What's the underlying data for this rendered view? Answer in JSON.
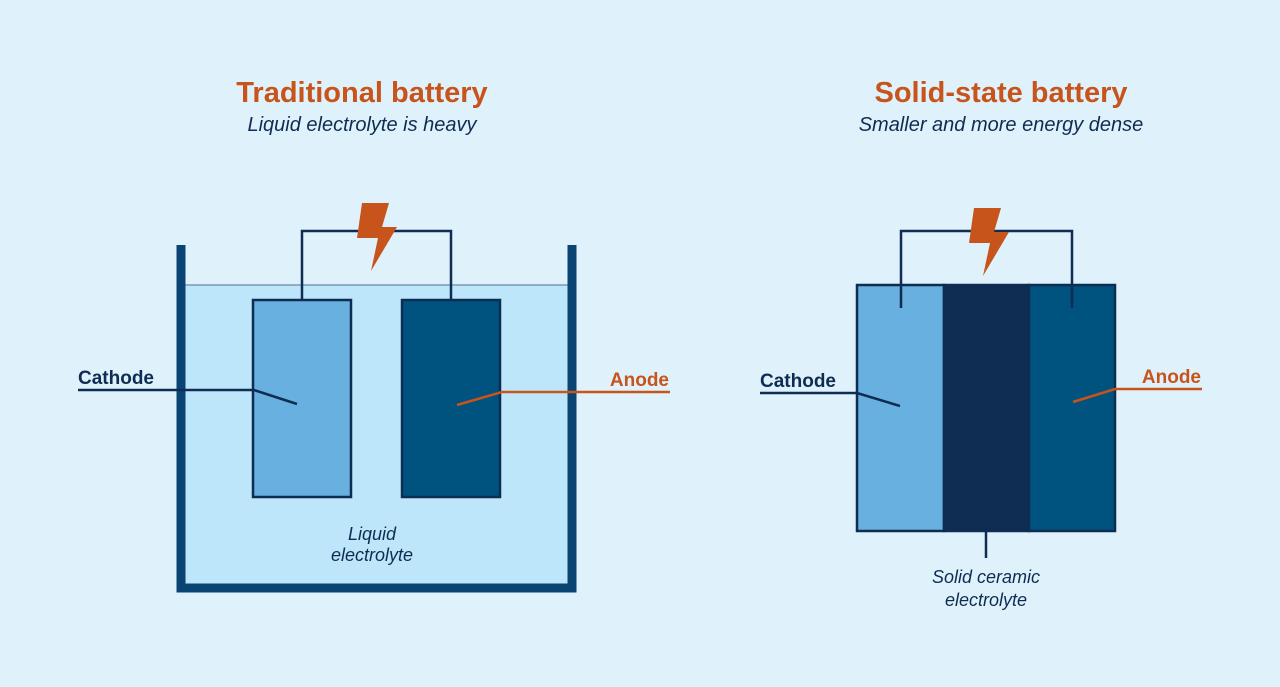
{
  "colors": {
    "background": "#dff2fc",
    "accent": "#c7541a",
    "navy": "#0f2d52",
    "dark_blue": "#00527f",
    "light_blue": "#67b0e0",
    "liquid": "#bde6fa",
    "container": "#0a4473"
  },
  "traditional": {
    "title": "Traditional battery",
    "subtitle": "Liquid electrolyte is heavy",
    "cathode_label": "Cathode",
    "anode_label": "Anode",
    "electrolyte_label_line1": "Liquid",
    "electrolyte_label_line2": "electrolyte"
  },
  "solid_state": {
    "title": "Solid-state battery",
    "subtitle": "Smaller and more energy dense",
    "cathode_label": "Cathode",
    "anode_label": "Anode",
    "electrolyte_label_line1": "Solid ceramic",
    "electrolyte_label_line2": "electrolyte"
  },
  "icons": {
    "power": "lightning-bolt-icon"
  }
}
